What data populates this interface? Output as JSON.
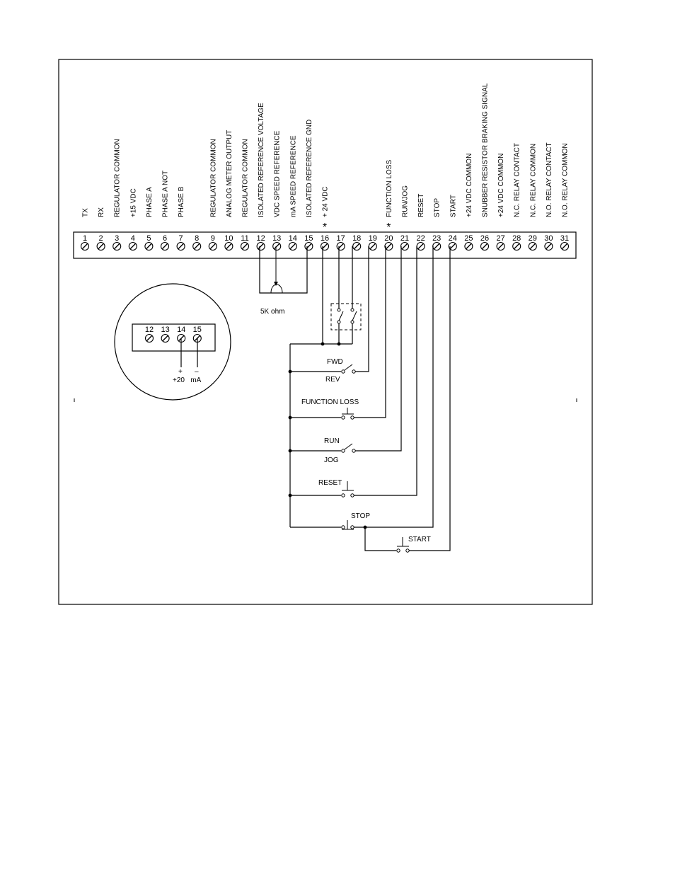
{
  "terminals": [
    {
      "num": "1",
      "label": "TX"
    },
    {
      "num": "2",
      "label": "RX"
    },
    {
      "num": "3",
      "label": "REGULATOR  COMMON"
    },
    {
      "num": "4",
      "label": "+15  VDC"
    },
    {
      "num": "5",
      "label": "PHASE  A"
    },
    {
      "num": "6",
      "label": "PHASE  A  NOT"
    },
    {
      "num": "7",
      "label": "PHASE  B"
    },
    {
      "num": "8",
      "label": ""
    },
    {
      "num": "9",
      "label": "REGULATOR  COMMON"
    },
    {
      "num": "10",
      "label": "ANALOG  METER  OUTPUT"
    },
    {
      "num": "11",
      "label": "REGULATOR  COMMON"
    },
    {
      "num": "12",
      "label": "ISOLATED  REFERENCE  VOLTAGE"
    },
    {
      "num": "13",
      "label": "VDC  SPEED  REFERENCE"
    },
    {
      "num": "14",
      "label": "mA  SPEED  REFERENCE"
    },
    {
      "num": "15",
      "label": "ISOLATED  REFERENCE  GND"
    },
    {
      "num": "16",
      "label": "+  24  VDC",
      "star": "*"
    },
    {
      "num": "17",
      "label": ""
    },
    {
      "num": "18",
      "label": ""
    },
    {
      "num": "19",
      "label": ""
    },
    {
      "num": "20",
      "label": "FUNCTION  LOSS",
      "star": "*"
    },
    {
      "num": "21",
      "label": "RUN/JOG"
    },
    {
      "num": "22",
      "label": "RESET"
    },
    {
      "num": "23",
      "label": "STOP"
    },
    {
      "num": "24",
      "label": "START"
    },
    {
      "num": "25",
      "label": "+24  VDC  COMMON"
    },
    {
      "num": "26",
      "label": "SNUBBER  RESISTOR  BRAKING  SIGNAL"
    },
    {
      "num": "27",
      "label": "+24  VDC  COMMON"
    },
    {
      "num": "28",
      "label": "N.C.  RELAY  CONTACT"
    },
    {
      "num": "29",
      "label": "N.C.  RELAY  COMMON"
    },
    {
      "num": "30",
      "label": "N.O.  RELAY  CONTACT"
    },
    {
      "num": "31",
      "label": "N.O.  RELAY  COMMON"
    }
  ],
  "inset": {
    "terminals": [
      "12",
      "13",
      "14",
      "15"
    ],
    "plus": "+",
    "minus": "–",
    "current": "+20   mA"
  },
  "pot_label": "5K  ohm",
  "switches": {
    "fwd": "FWD",
    "rev": "REV",
    "function_loss": "FUNCTION  LOSS",
    "run": "RUN",
    "jog": "JOG",
    "reset": "RESET",
    "stop": "STOP",
    "start": "START"
  }
}
